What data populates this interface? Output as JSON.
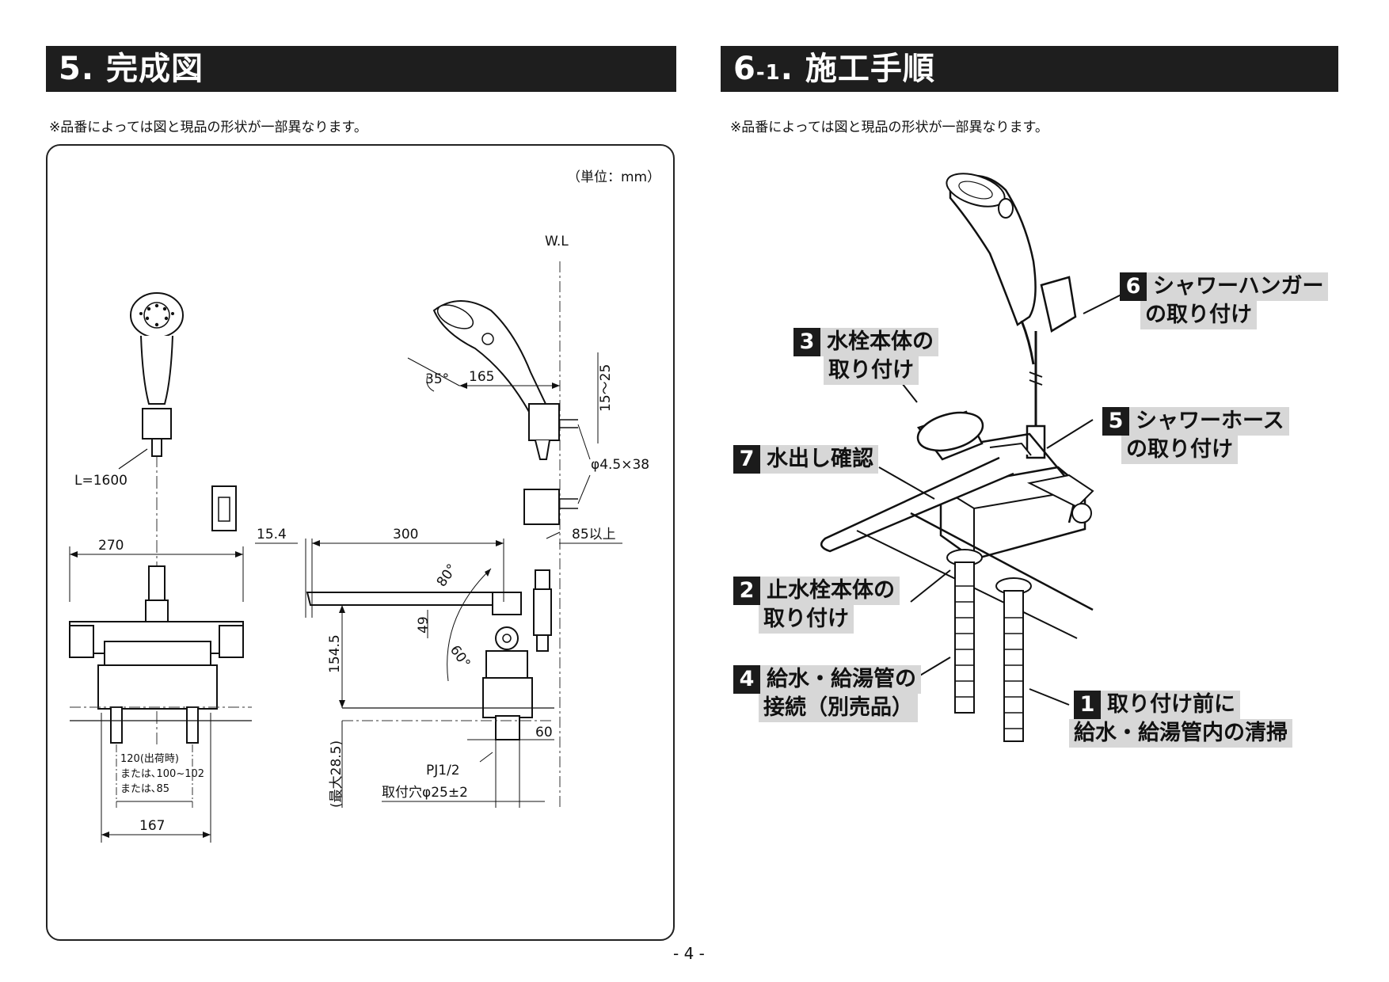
{
  "left": {
    "header_number": "5.",
    "header_title": "完成図",
    "note": "※品番によっては図と現品の形状が一部異なります。",
    "unit": "（単位：mm）",
    "dims": {
      "wl": "W.L",
      "hose_length": "L=1600",
      "width_270": "270",
      "d154": "154.5",
      "d154_max": "(最大28.5)",
      "d300": "300",
      "d15": "15.4",
      "d85": "85以上",
      "d165": "165",
      "angle35": "35°",
      "d15_25": "15〜25",
      "screw": "φ4.5×38",
      "angle80": "80°",
      "angle60": "60°",
      "d49": "49",
      "d60": "60",
      "pj": "PJ1/2",
      "hole": "取付穴φ25±2",
      "pitch1": "120(出荷時)",
      "pitch2": "または､100~102",
      "pitch3": "または､85",
      "d167": "167"
    }
  },
  "right": {
    "header_number": "6",
    "header_sub": "-1",
    "header_title": ". 施工手順",
    "note": "※品番によっては図と現品の形状が一部異なります。",
    "steps": [
      {
        "num": "6",
        "line1": "シャワーハンガー",
        "line2": "の取り付け"
      },
      {
        "num": "3",
        "line1": "水栓本体の",
        "line2": "取り付け"
      },
      {
        "num": "5",
        "line1": "シャワーホース",
        "line2": "の取り付け"
      },
      {
        "num": "7",
        "line1": "水出し確認",
        "line2": ""
      },
      {
        "num": "2",
        "line1": "止水栓本体の",
        "line2": "取り付け"
      },
      {
        "num": "4",
        "line1": "給水・給湯管の",
        "line2": "接続（別売品）"
      },
      {
        "num": "1",
        "line1": "取り付け前に",
        "line2": "給水・給湯管内の清掃"
      }
    ]
  },
  "page_number": "- 4 -"
}
